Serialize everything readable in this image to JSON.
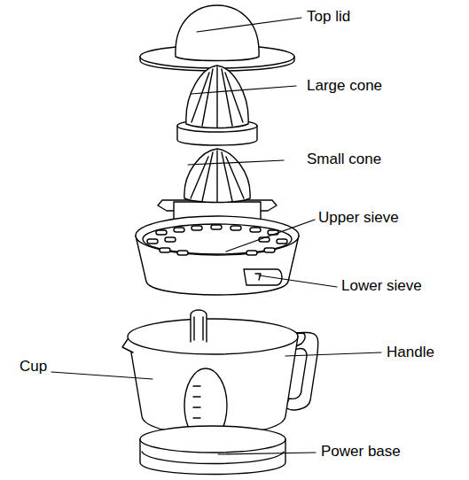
{
  "diagram": {
    "labels": [
      "Top lid",
      "Large cone",
      "Small cone",
      "Upper sieve",
      "Lower sieve",
      "Handle",
      "Cup",
      "Power base"
    ]
  }
}
